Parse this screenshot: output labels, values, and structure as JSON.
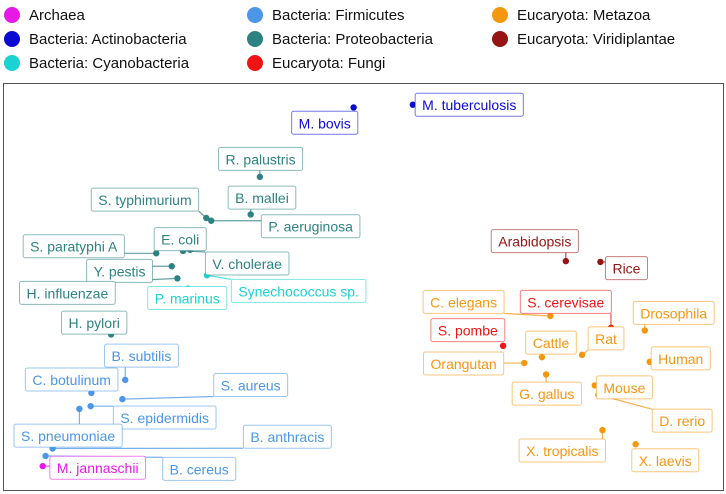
{
  "chart_data": {
    "type": "scatter",
    "title": "",
    "xlabel": "",
    "ylabel": "",
    "grid": false,
    "legend_placement": "top",
    "xlim": [
      0,
      100
    ],
    "ylim": [
      0,
      100
    ],
    "categories": [
      {
        "name": "Archaea",
        "color": "#e619e6"
      },
      {
        "name": "Bacteria: Actinobacteria",
        "color": "#0a0ad2"
      },
      {
        "name": "Bacteria: Cyanobacteria",
        "color": "#19d2d2"
      },
      {
        "name": "Bacteria: Firmicutes",
        "color": "#4b96e6"
      },
      {
        "name": "Bacteria: Proteobacteria",
        "color": "#2d8282"
      },
      {
        "name": "Eucaryota: Fungi",
        "color": "#f01414"
      },
      {
        "name": "Eucaryota: Metazoa",
        "color": "#f5960f"
      },
      {
        "name": "Eucaryota: Viridiplantae",
        "color": "#961414"
      }
    ],
    "points": [
      {
        "label": "M. tuberculosis",
        "category": 1,
        "x": 57.0,
        "y": 96.5,
        "lx": 65.0,
        "ly": 96.5
      },
      {
        "label": "M. bovis",
        "category": 1,
        "x": 48.6,
        "y": 95.8,
        "lx": 44.5,
        "ly": 91.9
      },
      {
        "label": "R. palustris",
        "category": 4,
        "x": 35.3,
        "y": 78.1,
        "lx": 35.4,
        "ly": 82.7
      },
      {
        "label": "B. mallei",
        "category": 4,
        "x": 34.0,
        "y": 68.5,
        "lx": 35.6,
        "ly": 72.8
      },
      {
        "label": "S. typhimurium",
        "category": 4,
        "x": 27.7,
        "y": 67.6,
        "lx": 19.0,
        "ly": 72.3
      },
      {
        "label": "P. aeruginosa",
        "category": 4,
        "x": 28.4,
        "y": 66.9,
        "lx": 42.5,
        "ly": 65.5
      },
      {
        "label": "E. coli",
        "category": 4,
        "x": 25.4,
        "y": 59.5,
        "lx": 24.0,
        "ly": 62.2
      },
      {
        "label": "S. paratyphi A",
        "category": 4,
        "x": 20.6,
        "y": 58.6,
        "lx": 8.9,
        "ly": 60.4
      },
      {
        "label": "V. cholerae",
        "category": 4,
        "x": 24.4,
        "y": 59.2,
        "lx": 33.5,
        "ly": 56.0
      },
      {
        "label": "Y. pestis",
        "category": 4,
        "x": 22.8,
        "y": 55.3,
        "lx": 15.4,
        "ly": 54.1
      },
      {
        "label": "H. influenzae",
        "category": 4,
        "x": 23.6,
        "y": 52.2,
        "lx": 8.0,
        "ly": 48.5
      },
      {
        "label": "Synechococcus sp.",
        "category": 2,
        "x": 27.8,
        "y": 53.0,
        "lx": 40.8,
        "ly": 49.0
      },
      {
        "label": "P. marinus",
        "category": 2,
        "x": 25.1,
        "y": 49.6,
        "lx": 25.0,
        "ly": 47.2
      },
      {
        "label": "H. pylori",
        "category": 4,
        "x": 14.2,
        "y": 37.9,
        "lx": 11.8,
        "ly": 40.9
      },
      {
        "label": "B. subtilis",
        "category": 3,
        "x": 16.2,
        "y": 26.3,
        "lx": 18.5,
        "ly": 32.5
      },
      {
        "label": "C. botulinum",
        "category": 3,
        "x": 11.4,
        "y": 23.0,
        "lx": 8.6,
        "ly": 26.4
      },
      {
        "label": "S. aureus",
        "category": 3,
        "x": 15.8,
        "y": 21.4,
        "lx": 34.0,
        "ly": 25.0
      },
      {
        "label": "S. epidermidis",
        "category": 3,
        "x": 11.3,
        "y": 19.6,
        "lx": 21.8,
        "ly": 16.7
      },
      {
        "label": "S. pneumoniae",
        "category": 3,
        "x": 9.7,
        "y": 18.9,
        "lx": 8.1,
        "ly": 12.1
      },
      {
        "label": "B. anthracis",
        "category": 3,
        "x": 5.9,
        "y": 8.8,
        "lx": 39.2,
        "ly": 11.8
      },
      {
        "label": "B. cereus",
        "category": 3,
        "x": 4.9,
        "y": 6.9,
        "lx": 26.7,
        "ly": 3.6
      },
      {
        "label": "M. jannaschii",
        "category": 0,
        "x": 4.5,
        "y": 4.3,
        "lx": 12.3,
        "ly": 3.9
      },
      {
        "label": "Arabidopsis",
        "category": 7,
        "x": 78.7,
        "y": 56.6,
        "lx": 74.3,
        "ly": 61.7
      },
      {
        "label": "Rice",
        "category": 7,
        "x": 83.6,
        "y": 56.4,
        "lx": 87.3,
        "ly": 54.8
      },
      {
        "label": "S. cerevisae",
        "category": 5,
        "x": 85.1,
        "y": 39.6,
        "lx": 78.7,
        "ly": 46.2
      },
      {
        "label": "S. pombe",
        "category": 5,
        "x": 69.8,
        "y": 35.0,
        "lx": 64.8,
        "ly": 39.0
      },
      {
        "label": "C. elegans",
        "category": 6,
        "x": 76.5,
        "y": 42.6,
        "lx": 64.2,
        "ly": 46.2
      },
      {
        "label": "Drosophila",
        "category": 6,
        "x": 89.9,
        "y": 38.9,
        "lx": 94.0,
        "ly": 43.4
      },
      {
        "label": "Cattle",
        "category": 6,
        "x": 75.3,
        "y": 32.1,
        "lx": 76.6,
        "ly": 35.8
      },
      {
        "label": "Rat",
        "category": 6,
        "x": 81.0,
        "y": 32.7,
        "lx": 84.4,
        "ly": 36.9
      },
      {
        "label": "Orangutan",
        "category": 6,
        "x": 72.8,
        "y": 30.6,
        "lx": 64.2,
        "ly": 30.5
      },
      {
        "label": "Human",
        "category": 6,
        "x": 90.6,
        "y": 30.9,
        "lx": 95.0,
        "ly": 31.8
      },
      {
        "label": "G. gallus",
        "category": 6,
        "x": 75.9,
        "y": 27.7,
        "lx": 76.0,
        "ly": 22.8
      },
      {
        "label": "Mouse",
        "category": 6,
        "x": 82.8,
        "y": 24.9,
        "lx": 87.0,
        "ly": 24.4
      },
      {
        "label": "D. rerio",
        "category": 6,
        "x": 83.3,
        "y": 22.5,
        "lx": 95.2,
        "ly": 15.9
      },
      {
        "label": "X. tropicalis",
        "category": 6,
        "x": 83.9,
        "y": 13.5,
        "lx": 78.2,
        "ly": 8.3
      },
      {
        "label": "X. laevis",
        "category": 6,
        "x": 88.6,
        "y": 9.9,
        "lx": 92.8,
        "ly": 5.8
      }
    ]
  }
}
